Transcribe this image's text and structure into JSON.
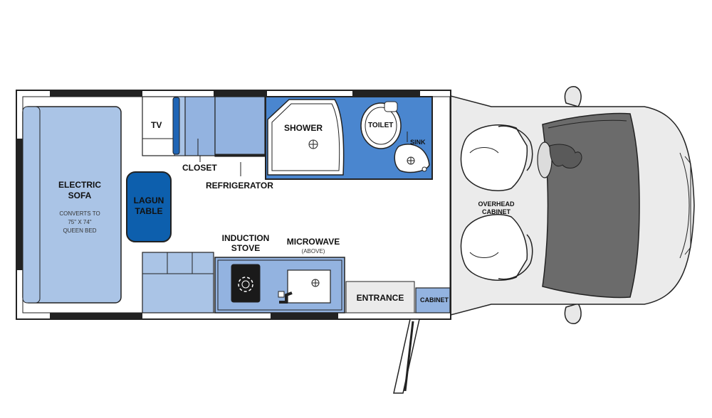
{
  "floorplan": {
    "labels": {
      "tv": "TV",
      "closet": "CLOSET",
      "refrigerator": "REFRIGERATOR",
      "shower": "SHOWER",
      "toilet": "TOILET",
      "sink": "SINK",
      "electric_sofa_line1": "ELECTRIC",
      "electric_sofa_line2": "SOFA",
      "sofa_note_line1": "CONVERTS TO",
      "sofa_note_line2": "75\" X 74\"",
      "sofa_note_line3": "QUEEN BED",
      "table_line1": "LAGUN",
      "table_line2": "TABLE",
      "induction_line1": "INDUCTION",
      "induction_line2": "STOVE",
      "microwave": "MICROWAVE",
      "microwave_note": "(ABOVE)",
      "entrance": "ENTRANCE",
      "cabinet": "CABINET",
      "overhead_line1": "OVERHEAD",
      "overhead_line2": "CABINET"
    },
    "colors": {
      "light_blue": "#aac4e6",
      "mid_blue": "#93b3e0",
      "bright_blue": "#4a86cf",
      "dark_blue": "#0d5fad",
      "floor": "#ffffff",
      "walls": "#222222",
      "cab": "#ebebeb",
      "windshield": "#6b6b6b"
    }
  }
}
